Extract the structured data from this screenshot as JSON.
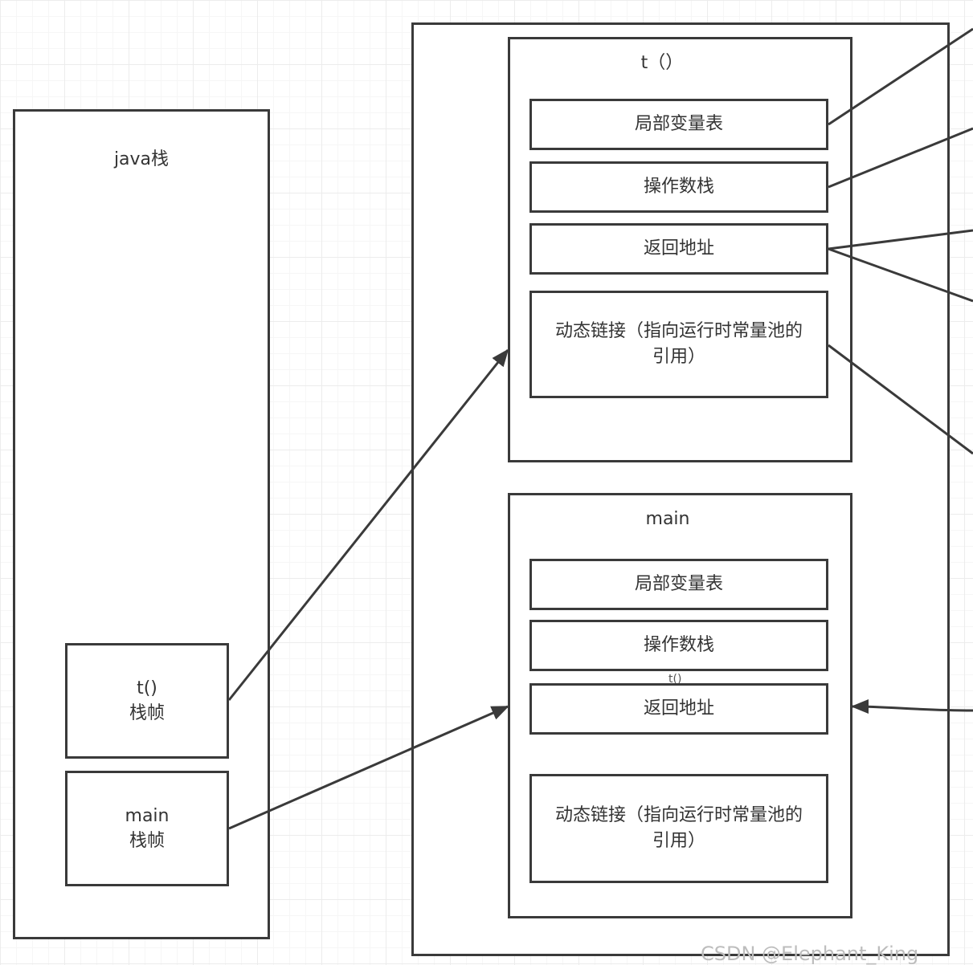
{
  "java_stack": {
    "title": "java栈",
    "frame_t": {
      "line1": "t()",
      "line2": "栈帧"
    },
    "frame_main": {
      "line1": "main",
      "line2": "栈帧"
    }
  },
  "t_frame": {
    "title": "t（）",
    "local_vars": "局部变量表",
    "operand_stack": "操作数栈",
    "return_address": "返回地址",
    "dynamic_link": "动态链接（指向运行时常量池的引用）"
  },
  "main_frame": {
    "title": "main",
    "local_vars": "局部变量表",
    "operand_stack": "操作数栈",
    "overlap_label": "t()",
    "return_address": "返回地址",
    "dynamic_link": "动态链接（指向运行时常量池的引用）"
  },
  "watermark": "CSDN @Elephant_King",
  "colors": {
    "stroke": "#3a3a3a",
    "text": "#333333",
    "grid": "#ececec"
  }
}
